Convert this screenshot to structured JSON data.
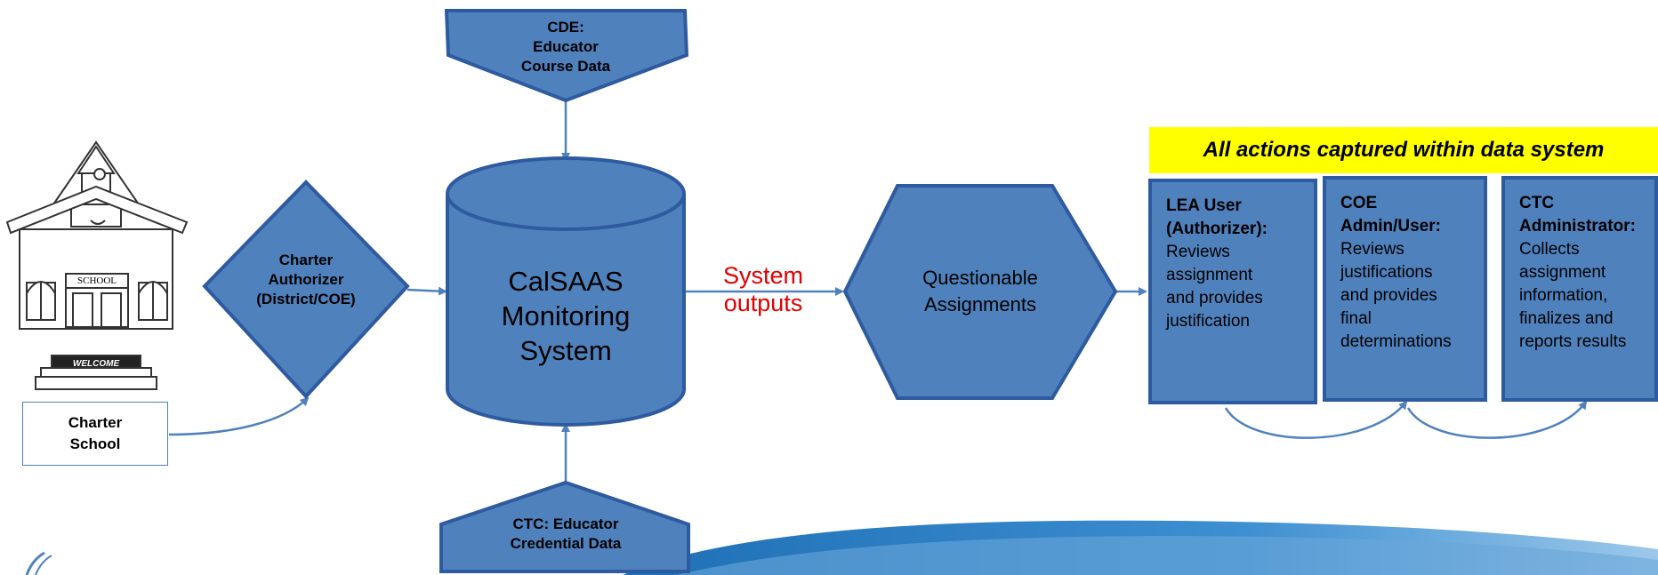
{
  "nodes": {
    "cde": "CDE:\nEducator\nCourse Data",
    "ctc_data": "CTC:  Educator\nCredential Data",
    "authorizer": "Charter\nAuthorizer\n(District/COE)",
    "monitoring": "CalSAAS\nMonitoring\nSystem",
    "system_outputs": "System\noutputs",
    "questionable": "Questionable\nAssignments",
    "charter_school": "Charter\nSchool",
    "school_sign": "SCHOOL",
    "welcome_sign": "WELCOME"
  },
  "banner": "All actions captured within data system",
  "action_boxes": [
    {
      "title": "LEA User\n(Authorizer):",
      "body": "Reviews\nassignment\nand provides\njustification"
    },
    {
      "title": "COE\nAdmin/User:",
      "body": "Reviews\njustifications\nand provides\nfinal\ndeterminations"
    },
    {
      "title": "CTC\nAdministrator:",
      "body": "Collects\nassignment\ninformation,\nfinalizes and\nreports results"
    }
  ],
  "colors": {
    "shape_fill": "#4f81bd",
    "shape_stroke": "#2e5aa0",
    "banner": "#ffff00",
    "outputs_text": "#e00000"
  }
}
